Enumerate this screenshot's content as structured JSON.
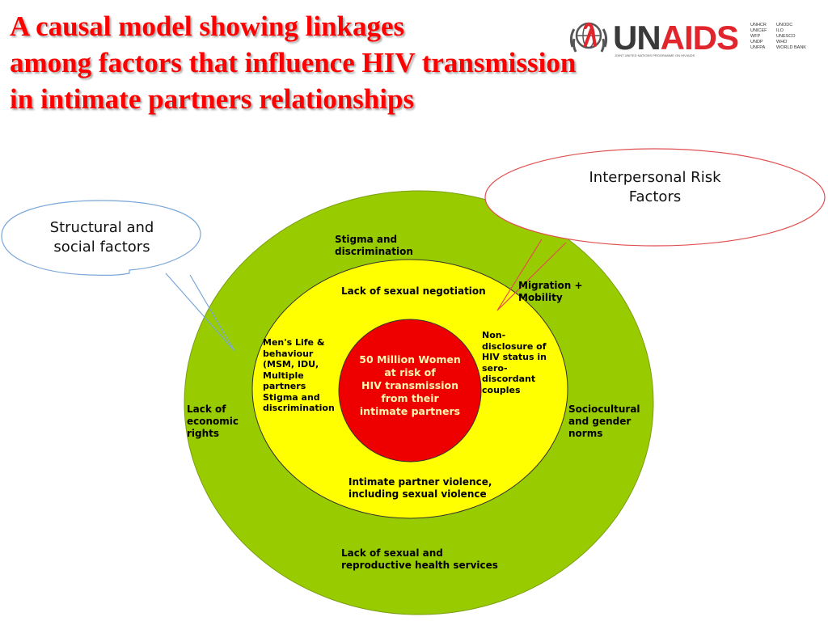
{
  "title": {
    "line1": "A causal model showing linkages",
    "line2": "among factors that influence HIV transmission",
    "line3": "in intimate partners relationships"
  },
  "logo": {
    "brand_un": "UN",
    "brand_aids": "AIDS",
    "subtitle": "JOINT UNITED NATIONS PROGRAMME ON HIV/AIDS",
    "cosponsors_col1": "UNHCR\nUNICEF\nWFP\nUNDP\nUNFPA",
    "cosponsors_col2": "UNODC\nILO\nUNESCO\nWHO\nWORLD BANK"
  },
  "callouts": {
    "structural_line1": "Structural and",
    "structural_line2": "social factors",
    "interpersonal_line1": "Interpersonal Risk",
    "interpersonal_line2": "Factors"
  },
  "outer_ring": {
    "stigma_line1": "Stigma and",
    "stigma_line2": "discrimination",
    "migration_line1": "Migration +",
    "migration_line2": "Mobility",
    "economic_line1": "Lack of",
    "economic_line2": "economic",
    "economic_line3": "rights",
    "sociocultural_line1": "Sociocultural",
    "sociocultural_line2": "and gender",
    "sociocultural_line3": "norms",
    "health_line1": "Lack of sexual and",
    "health_line2": "reproductive health services"
  },
  "middle_ring": {
    "negotiation": "Lack of sexual negotiation",
    "mens_line1": "Men's Life &",
    "mens_line2": "behaviour",
    "mens_line3": "(MSM, IDU,",
    "mens_line4": "Multiple",
    "mens_line5": "partners",
    "mens_line6": "Stigma and",
    "mens_line7": "discrimination",
    "nondisclosure_line1": "Non-",
    "nondisclosure_line2": "disclosure of",
    "nondisclosure_line3": "HIV status in",
    "nondisclosure_line4": "sero-",
    "nondisclosure_line5": "discordant",
    "nondisclosure_line6": "couples",
    "violence_line1": "Intimate partner violence,",
    "violence_line2": "including sexual violence"
  },
  "core": {
    "line1": "50 Million Women",
    "line2": "at risk of",
    "line3": "HIV transmission",
    "line4": "from their",
    "line5": "intimate partners"
  },
  "colors": {
    "title": "#ff0000",
    "outer_ring": "#99cc00",
    "middle_ring": "#ffff00",
    "core": "#ff0000",
    "structural_callout_border": "#7aa7d8",
    "interpersonal_callout_border": "#e05050"
  }
}
